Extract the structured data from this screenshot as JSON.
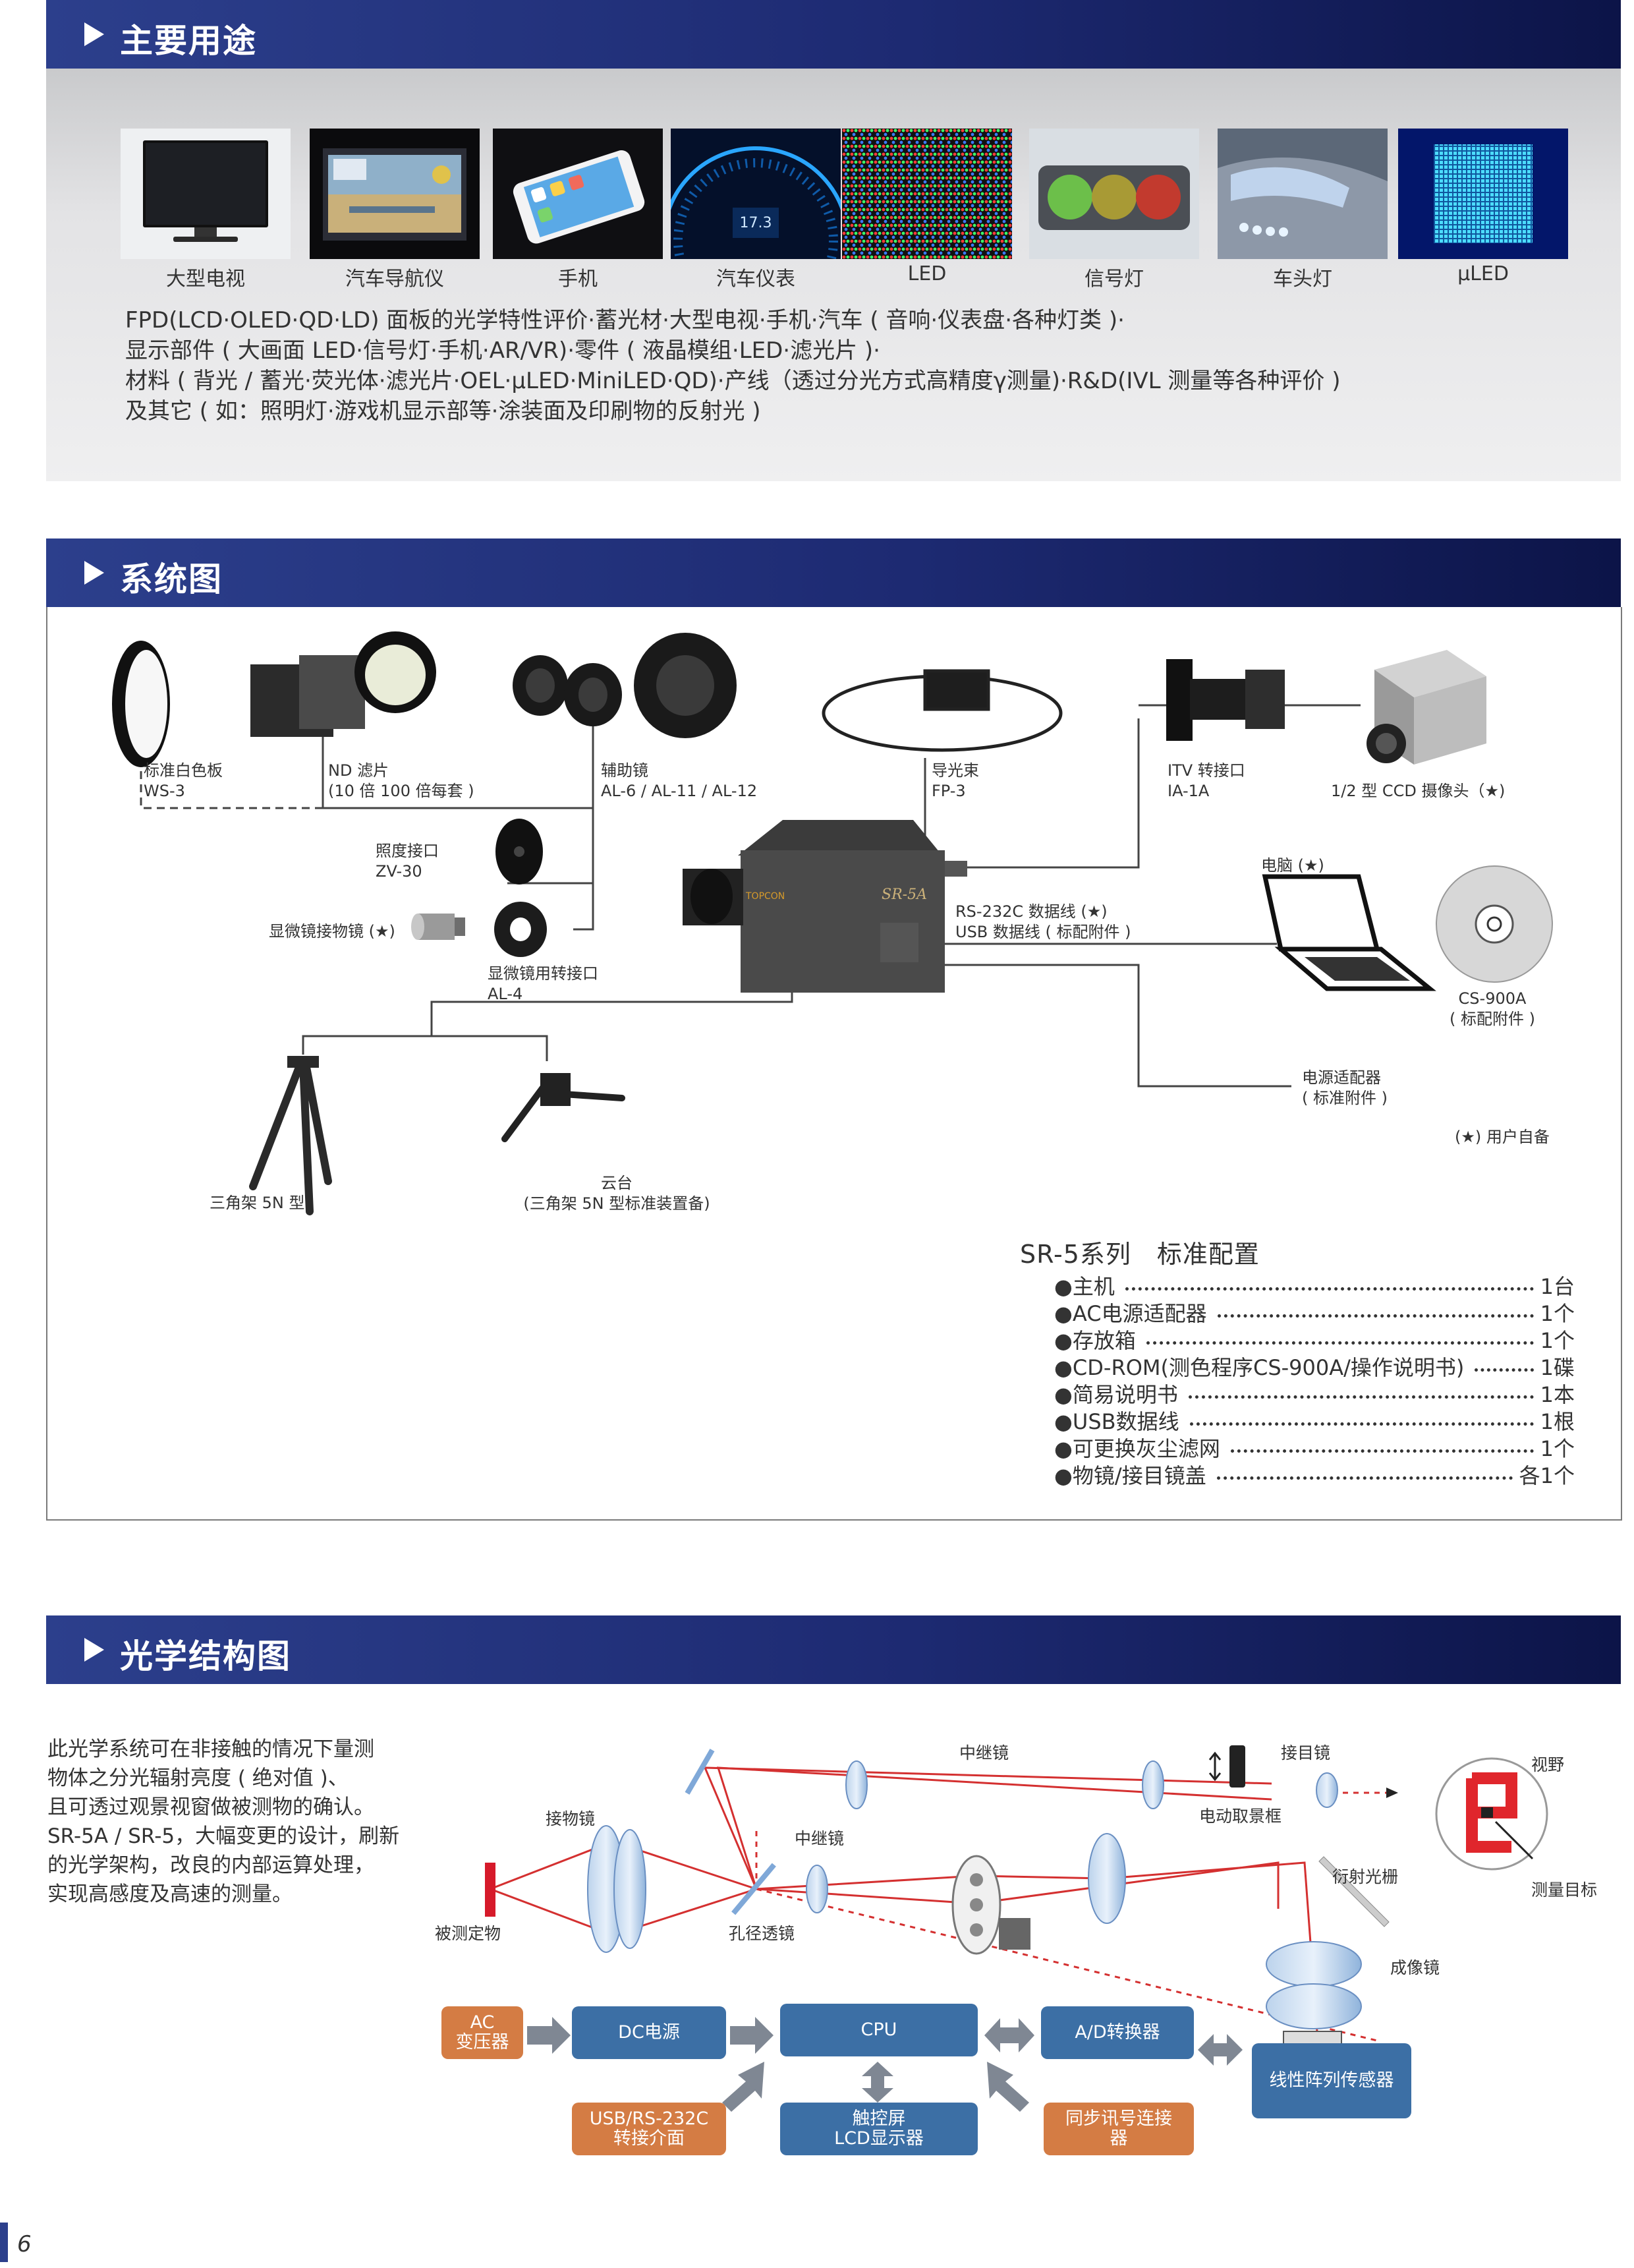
{
  "sections": {
    "usage": "主要用途",
    "system": "系统图",
    "optics": "光学结构图"
  },
  "usage": {
    "items": [
      {
        "label": "大型电视",
        "icon": "large-tv-photo"
      },
      {
        "label": "汽车导航仪",
        "icon": "car-navigation-photo"
      },
      {
        "label": "手机",
        "icon": "smartphone-photo"
      },
      {
        "label": "汽车仪表",
        "icon": "car-dashboard-photo"
      },
      {
        "label": "LED",
        "icon": "led-panel-photo"
      },
      {
        "label": "信号灯",
        "icon": "traffic-light-photo"
      },
      {
        "label": "车头灯",
        "icon": "headlight-photo"
      },
      {
        "label": "µLED",
        "icon": "micro-led-photo"
      }
    ],
    "text": [
      "FPD(LCD·OLED·QD·LD) 面板的光学特性评价·蓄光材·大型电视·手机·汽车 ( 音响·仪表盘·各种灯类 )·",
      "显示部件 ( 大画面 LED·信号灯·手机·AR/VR)·零件 ( 液晶模组·LED·滤光片 )·",
      "材料 ( 背光 / 蓄光·荧光体·滤光片·OEL·µLED·MiniLED·QD)·产线（透过分光方式高精度γ测量)·R&D(IVL 测量等各种评价 )",
      "及其它 ( 如：照明灯·游戏机显示部等·涂装面及印刷物的反射光 )"
    ]
  },
  "system": {
    "labels": {
      "white_plate": [
        "标准白色板",
        "WS-3"
      ],
      "nd_filter": [
        "ND 滤片",
        "(10 倍 100 倍每套 )"
      ],
      "aux_lens": [
        "辅助镜",
        "AL-6 / AL-11 / AL-12"
      ],
      "fiber": [
        "导光束",
        "FP-3"
      ],
      "itv": [
        "ITV 转接口",
        "IA-1A"
      ],
      "ccd": [
        "1/2 型 CCD 摄像头（★)"
      ],
      "illum": [
        "照度接口",
        "ZV-30"
      ],
      "micro_obj": [
        "显微镜接物镜 (★)"
      ],
      "micro_adapter": [
        "显微镜用转接口",
        "AL-4"
      ],
      "cable": [
        "RS-232C 数据线 (★)",
        "USB 数据线 ( 标配附件 )"
      ],
      "pc": [
        "电脑 (★)"
      ],
      "cd": [
        "CS-900A",
        "( 标配附件 )"
      ],
      "power": [
        "电源适配器",
        "( 标准附件 )"
      ],
      "note": [
        "(★) 用户自备"
      ],
      "tripod": [
        "三角架 5N 型"
      ],
      "head": [
        "云台",
        "(三角架 5N 型标准装置备)"
      ],
      "instrument_brand": "TOPCON",
      "instrument_model": "SR-5A"
    },
    "config": {
      "title": "SR-5系列　标准配置",
      "items": [
        {
          "name": "●主机",
          "qty": "1台"
        },
        {
          "name": "●AC电源适配器",
          "qty": "1个"
        },
        {
          "name": "●存放箱",
          "qty": "1个"
        },
        {
          "name": "●CD-ROM(测色程序CS-900A/操作说明书)",
          "qty": "1碟"
        },
        {
          "name": "●简易说明书",
          "qty": "1本"
        },
        {
          "name": "●USB数据线",
          "qty": "1根"
        },
        {
          "name": "●可更换灰尘滤网",
          "qty": "1个"
        },
        {
          "name": "●物镜/接目镜盖",
          "qty": "各1个"
        }
      ]
    }
  },
  "optics": {
    "description": [
      "此光学系统可在非接触的情况下量测",
      "物体之分光辐射亮度 ( 绝对值 )、",
      "且可透过观景视窗做被测物的确认。",
      "SR-5A / SR-5，大幅变更的设计，刷新",
      "的光学架构，改良的内部运算处理，",
      "实现高感度及高速的测量。"
    ],
    "labels": {
      "relay_top": "中继镜",
      "eyepiece": "接目镜",
      "field": "视野",
      "motor_frame": "电动取景框",
      "objective": "接物镜",
      "relay_mid": "中继镜",
      "grating": "衍射光栅",
      "target_meas": "测量目标",
      "object": "被测定物",
      "aperture": "孔径透镜",
      "imaging": "成像镜"
    },
    "blocks": {
      "ac": [
        "AC",
        "变压器"
      ],
      "dc": "DC电源",
      "cpu": "CPU",
      "ad": "A/D转换器",
      "sensor": "线性阵列传感器",
      "usb": [
        "USB/RS-232C",
        "转接介面"
      ],
      "touch": [
        "触控屏",
        "LCD显示器"
      ],
      "sync": [
        "同步讯号连接",
        "器"
      ]
    },
    "colors": {
      "ray": "#d43030",
      "block_blue": "#3c6fa5",
      "block_orange": "#d47c44"
    }
  },
  "page_number": "6"
}
